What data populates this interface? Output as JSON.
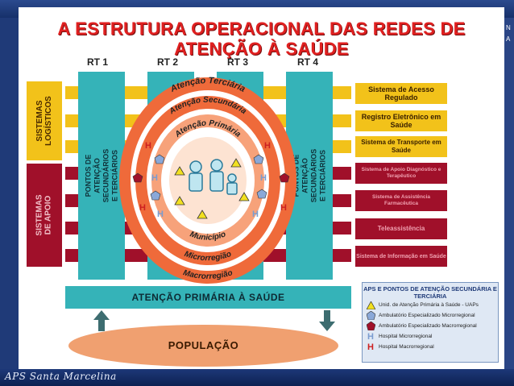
{
  "title": {
    "line1": "A ESTRUTURA OPERACIONAL DAS REDES DE",
    "line2": "ATENÇÃO À SAÚDE"
  },
  "rt_labels": [
    "RT 1",
    "RT 2",
    "RT 3",
    "RT 4"
  ],
  "left_groups": {
    "logistic": "SISTEMAS LOGÍSTICOS",
    "support": "SISTEMAS DE APOIO"
  },
  "pillars": {
    "left": "PONTOS DE ATENÇÃO SECUNDÁRIOS E TERCIÁRIOS",
    "right": "PONTOS DE ATENÇÃO SECUNDÁRIOS E TERCIÁRIOS"
  },
  "rings": {
    "terciaria": "Atenção Terciária",
    "secundaria": "Atenção Secundária",
    "primaria": "Atenção Primária",
    "municipio": "Município",
    "microrregiao": "Microrregião",
    "macrorregiao": "Macrorregião"
  },
  "right_boxes": [
    "Sistema de Acesso Regulado",
    "Registro Eletrônico em Saúde",
    "Sistema de Transporte em Saúde",
    "Sistema de Apoio Diagnóstico e Terapêutico",
    "Sistema de Assistência Farmacêutica",
    "Teleassistência",
    "Sistema de Informação em Saúde"
  ],
  "primary_care_bar": "ATENÇÃO PRIMÁRIA À SAÚDE",
  "population": "POPULAÇÃO",
  "legend": {
    "title": "APS E PONTOS DE ATENÇÃO SECUNDÁRIA E TERCIÁRIA",
    "items": [
      "Unid. de Atenção Primária à Saúde - UAPs",
      "Ambulatório Especializado Microrregional",
      "Ambulatório Especializado Macrorregional",
      "Hospital Microrregional",
      "Hospital Macrorregional"
    ]
  },
  "footer": "APS Santa Marcelina",
  "colors": {
    "title": "#e02020",
    "teal": "#35b3b8",
    "yellow": "#f2c21a",
    "maroon": "#a0102a",
    "ring_outer": "#ef6a3a",
    "ring_inner": "#f7a27a",
    "population": "#f0a070"
  }
}
